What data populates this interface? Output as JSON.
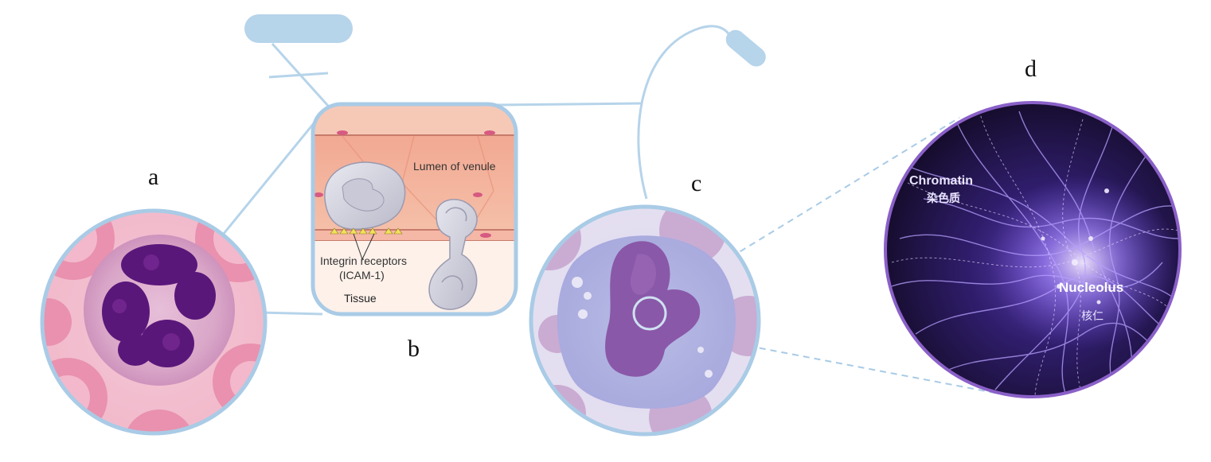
{
  "labels": {
    "a": "a",
    "b": "b",
    "c": "c",
    "d": "d"
  },
  "panel_b": {
    "lumen": "Lumen of venule",
    "receptors_line1": "Integrin receptors",
    "receptors_line2": "(ICAM-1)",
    "tissue": "Tissue"
  },
  "panel_d": {
    "chromatin": "Chromatin",
    "chromatin_zh": "染色质",
    "nucleolus": "Nucleolus",
    "nucleolus_zh": "核仁"
  },
  "colors": {
    "outline_blue": "#a9cbe6",
    "connector_blue": "#b6d4ea",
    "rbc_pink": "#e07a9a",
    "nucleus_purple": "#5c1a7a",
    "vessel_salmon": "#f0a98f",
    "d_bg": "#1a1033",
    "d_fiber": "#b7a0ff"
  }
}
